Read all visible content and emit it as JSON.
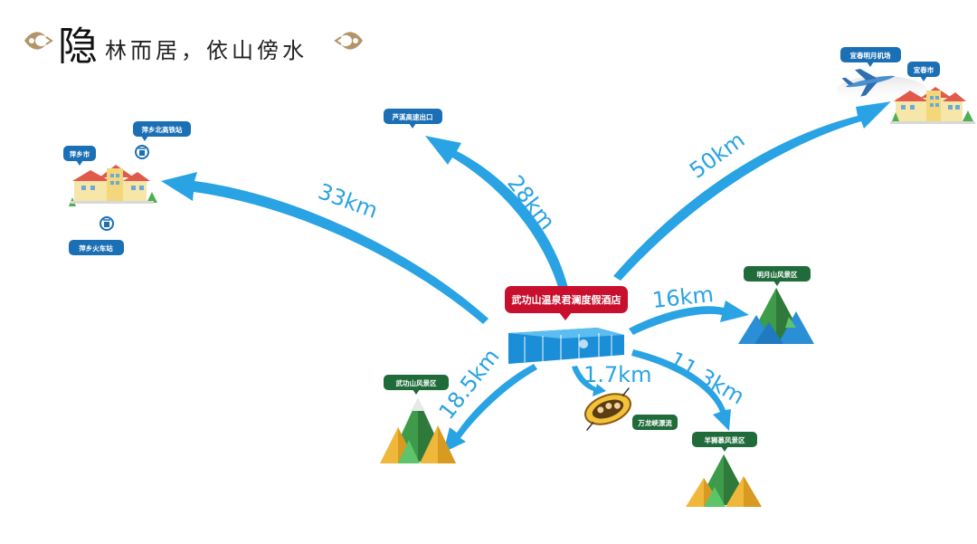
{
  "title": {
    "big": "隐",
    "rest": "林而居，依山傍水"
  },
  "hotel": {
    "name": "武功山温泉君澜度假酒店",
    "color": "#c8102e"
  },
  "colors": {
    "arrow": "#29a3e3",
    "tag_blue": "#1a6fb5",
    "tag_green": "#1f6b3a"
  },
  "destinations": [
    {
      "label": "萍乡市",
      "distance": "33km"
    },
    {
      "label": "萍乡北高铁站"
    },
    {
      "label": "萍乡火车站"
    },
    {
      "label": "芦溪高速出口",
      "distance": "28km"
    },
    {
      "label": "宜春明月机场"
    },
    {
      "label": "宜春市",
      "distance": "50km"
    },
    {
      "label": "明月山风景区",
      "distance": "16km"
    },
    {
      "label": "武功山风景区",
      "distance": "18.5km"
    },
    {
      "label": "万龙峡漂流",
      "distance": "1.7km"
    },
    {
      "label": "羊狮慕风景区",
      "distance": "11.3km"
    }
  ],
  "icons": [
    "train-station-icon",
    "airplane-icon",
    "city-buildings-icon",
    "mountain-icon",
    "raft-icon",
    "hotel-building-icon",
    "ornament-icon"
  ]
}
